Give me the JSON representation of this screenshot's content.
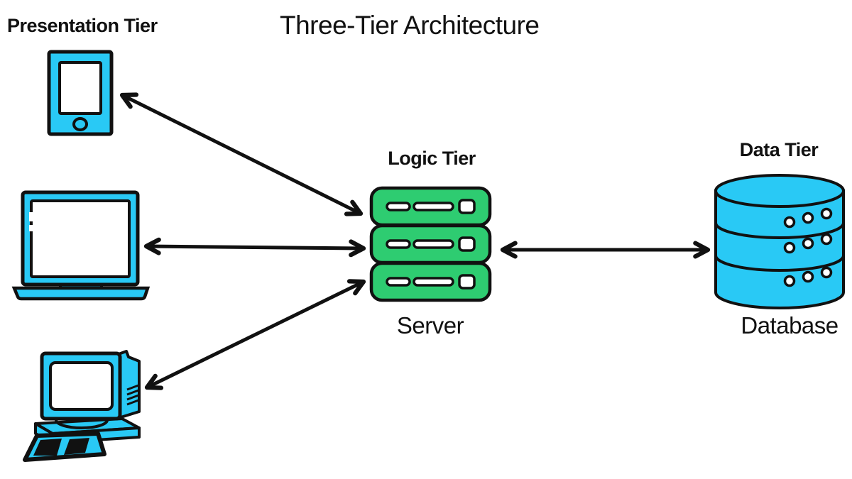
{
  "title": "Three-Tier Architecture",
  "colors": {
    "device_fill": "#29C9F5",
    "server_fill": "#2ECC71",
    "outline": "#111111",
    "screen_fill": "#FFFFFF",
    "background": "#FFFFFF"
  },
  "labels": {
    "presentation_tier": "Presentation Tier",
    "logic_tier": "Logic Tier",
    "data_tier": "Data Tier",
    "server": "Server",
    "database": "Database"
  },
  "nodes": [
    {
      "id": "tablet",
      "tier": "presentation",
      "icon": "tablet-icon"
    },
    {
      "id": "laptop",
      "tier": "presentation",
      "icon": "laptop-icon"
    },
    {
      "id": "desktop-computer",
      "tier": "presentation",
      "icon": "desktop-computer-icon"
    },
    {
      "id": "server",
      "tier": "logic",
      "icon": "server-icon",
      "label": "Server"
    },
    {
      "id": "database",
      "tier": "data",
      "icon": "database-icon",
      "label": "Database"
    }
  ],
  "edges": [
    {
      "from": "tablet",
      "to": "server",
      "bidirectional": true
    },
    {
      "from": "laptop",
      "to": "server",
      "bidirectional": true
    },
    {
      "from": "desktop-computer",
      "to": "server",
      "bidirectional": true
    },
    {
      "from": "server",
      "to": "database",
      "bidirectional": true
    }
  ]
}
